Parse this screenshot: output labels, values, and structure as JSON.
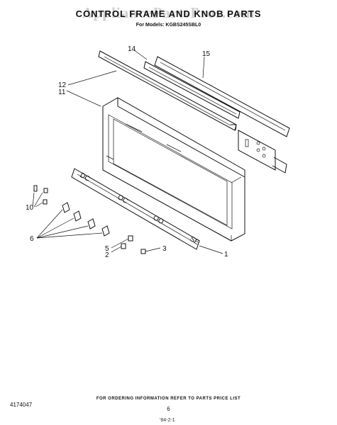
{
  "page": {
    "title": "CONTROL FRAME AND KNOB PARTS",
    "watermark": "AppliancePartsPros.com",
    "subtitle": "For Models: KGBS245SBL0",
    "footer": "FOR ORDERING INFORMATION REFER TO PARTS PRICE LIST",
    "page_number": "6",
    "doc_number": "4174047",
    "bottom_mark": "'84-2-1"
  },
  "callouts": {
    "c14": "14",
    "c15": "15",
    "c12": "12",
    "c11": "11",
    "c10": "10",
    "c6": "6",
    "c5": "5",
    "c2": "2",
    "c3": "3",
    "c1": "1"
  }
}
